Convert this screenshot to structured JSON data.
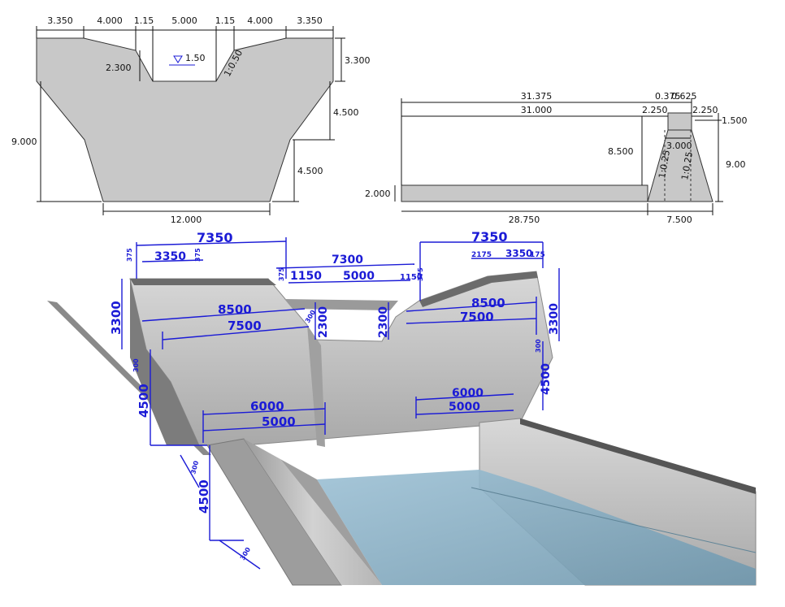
{
  "front_elevation": {
    "top_dims": [
      "3.350",
      "4.000",
      "1.15",
      "5.000",
      "1.15",
      "4.000",
      "3.350"
    ],
    "water_level": "1.50",
    "slope": "1:0.50",
    "notch_depth": "2.300",
    "right_dims": [
      "3.300",
      "4.500",
      "4.500"
    ],
    "left_height": "9.000",
    "bottom_width": "12.000"
  },
  "side_section": {
    "total_length": "31.375",
    "apron_length_top": "31.000",
    "crest_a": "0.375",
    "crest_b": "0.625",
    "left_offset": "2.250",
    "right_offset": "2.250",
    "crest_depth": "1.500",
    "dam_height": "8.500",
    "inner_width": "3.000",
    "slope_left": "1:0.25",
    "slope_right": "1:0.25",
    "total_height": "9.00",
    "apron_thickness": "2.000",
    "apron_length": "28.750",
    "base_width": "7.500"
  },
  "model_3d": {
    "left_wing": [
      "7350",
      "3350",
      "375",
      "375"
    ],
    "right_wing": [
      "7350",
      "2175",
      "3350",
      "175"
    ],
    "notch": [
      "7300",
      "5000",
      "1150",
      "1150",
      "375",
      "375"
    ],
    "wing_lengths_left": [
      "8500",
      "7500"
    ],
    "wing_lengths_right": [
      "8500",
      "7500"
    ],
    "heights": [
      "3300",
      "3300",
      "2300",
      "2300",
      "4500",
      "4500",
      "4500"
    ],
    "inner_left": [
      "6000",
      "5000"
    ],
    "inner_right": [
      "6000",
      "5000"
    ],
    "small_labels": [
      "300",
      "300",
      "300",
      "300",
      "300"
    ]
  },
  "colors": {
    "section_fill": "#c8c8c8",
    "dim_line": "#111111",
    "dim_3d": "#1b1bd6",
    "water": "#7fa6bd",
    "concrete": "#bdbdbd"
  }
}
